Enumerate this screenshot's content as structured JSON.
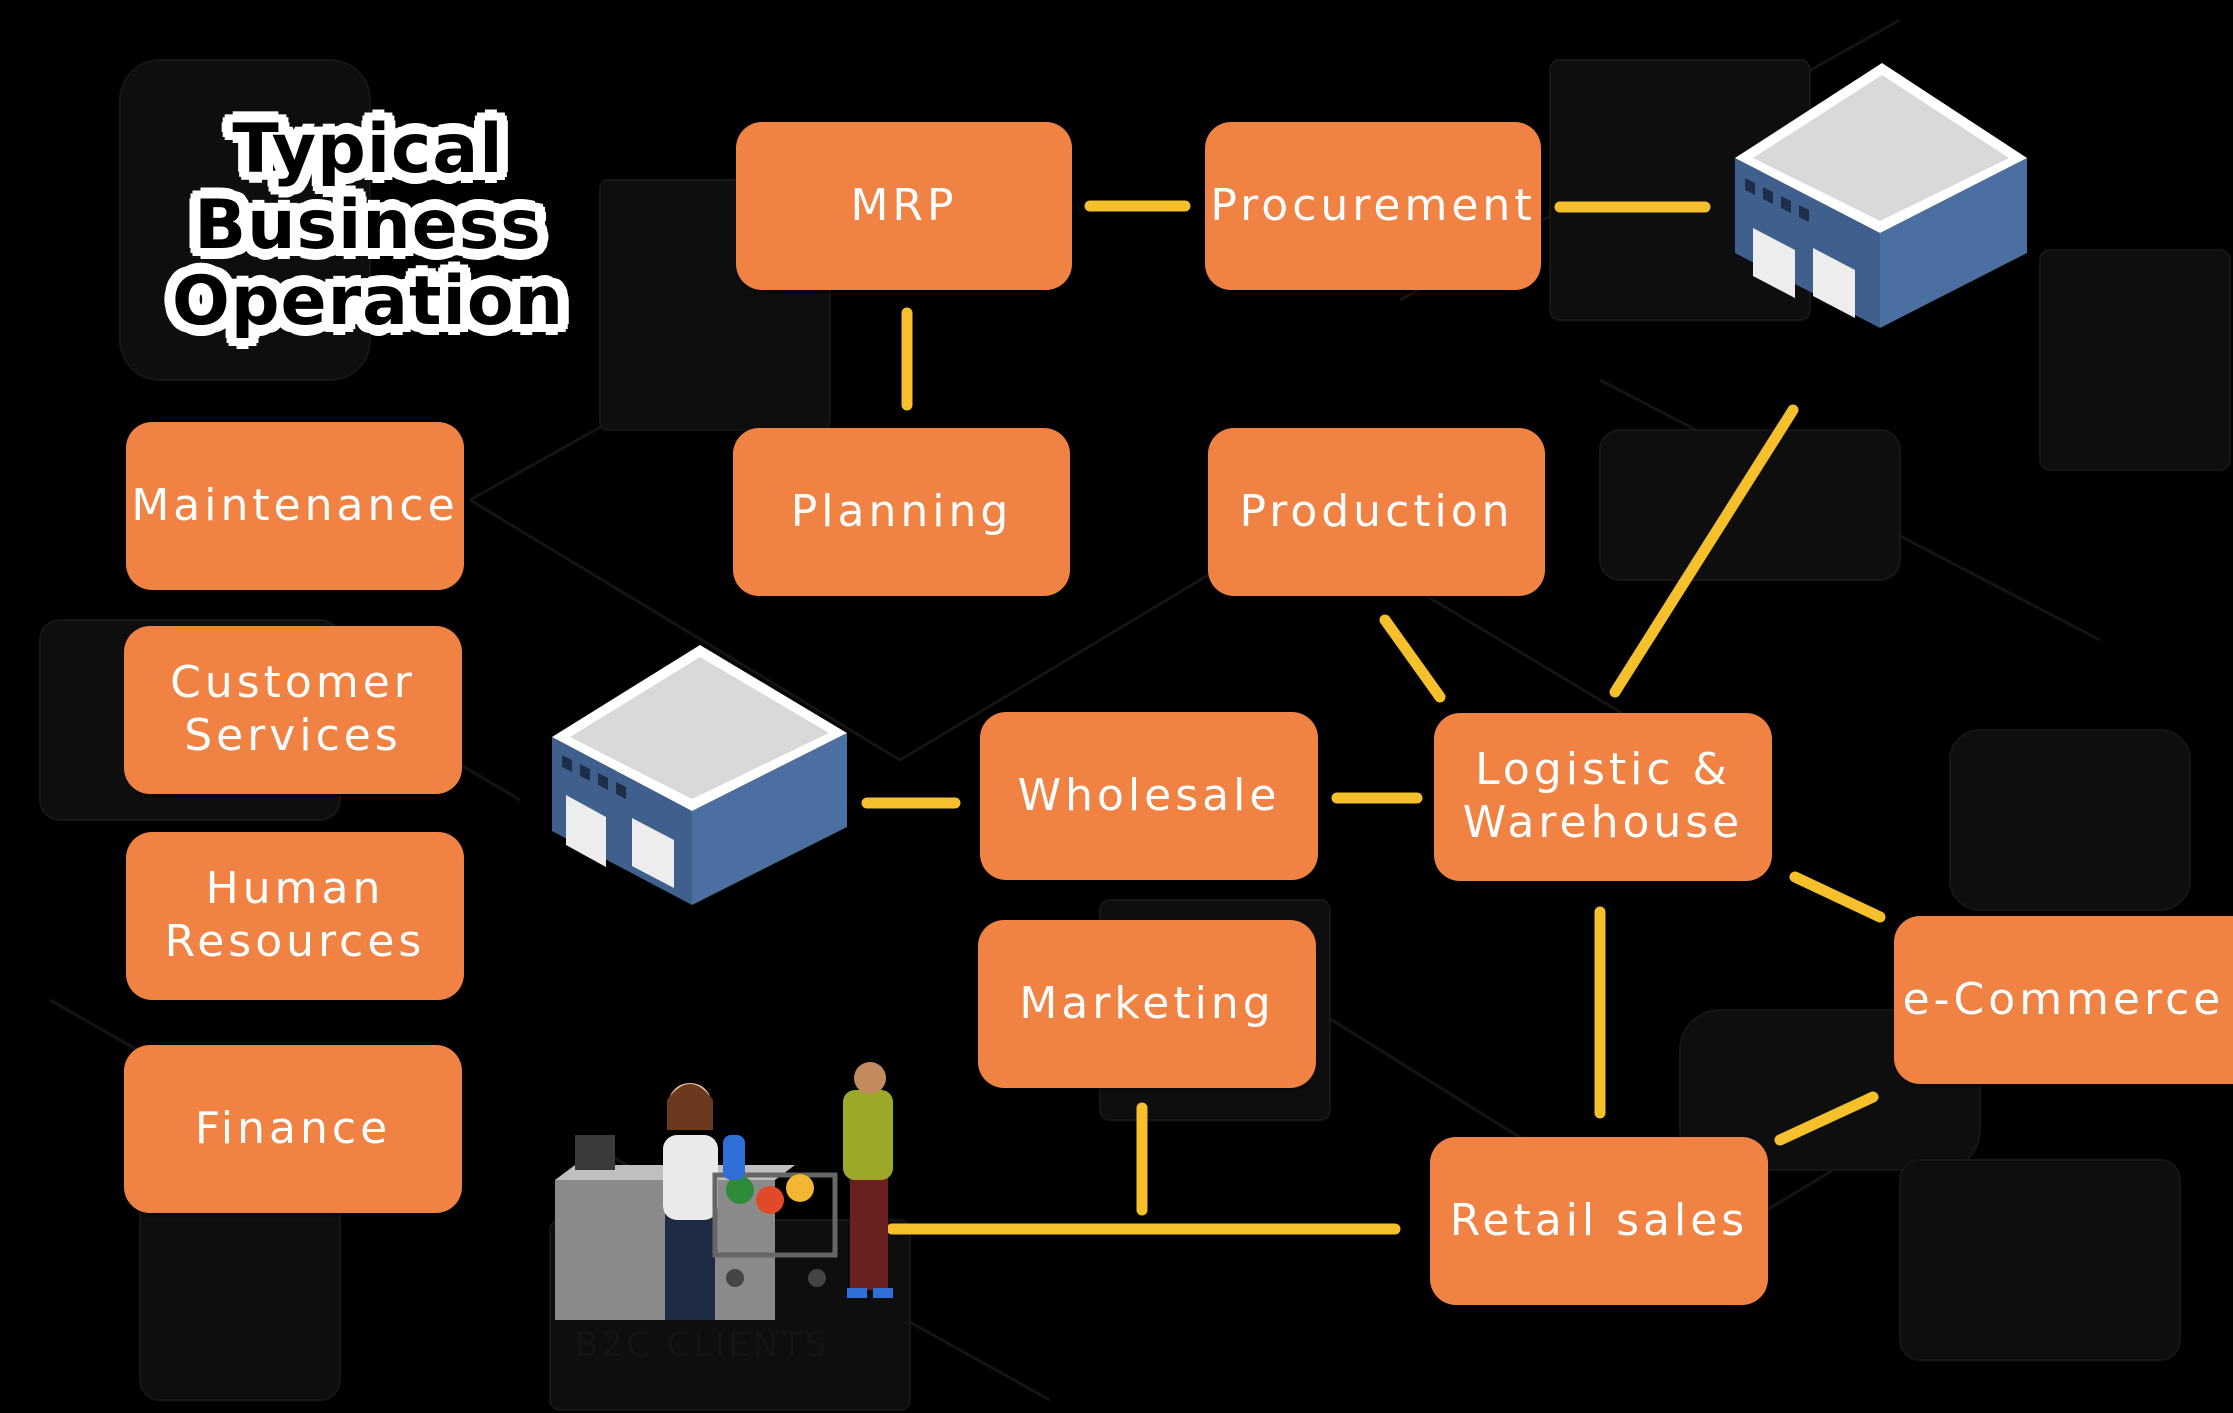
{
  "title": "Typical Business\nOperation",
  "boxes": {
    "mrp": "MRP",
    "procurement": "Procurement",
    "planning": "Planning",
    "production": "Production",
    "maintenance": "Maintenance",
    "customer_services": "Customer\nServices",
    "human_resources": "Human\nResources",
    "finance": "Finance",
    "wholesale": "Wholesale",
    "logistic_warehouse": "Logistic &\nWarehouse",
    "marketing": "Marketing",
    "ecommerce": "e-Commerce",
    "retail_sales": "Retail sales"
  },
  "background_text": {
    "b2c_clients": "B2C  CLIENTS"
  },
  "colors": {
    "box_fill": "#F08243",
    "connector": "#F5C02B",
    "background": "#000000",
    "text": "#FFFFFF"
  },
  "icons": [
    "warehouse-icon",
    "warehouse-icon",
    "retail-checkout-icon"
  ]
}
